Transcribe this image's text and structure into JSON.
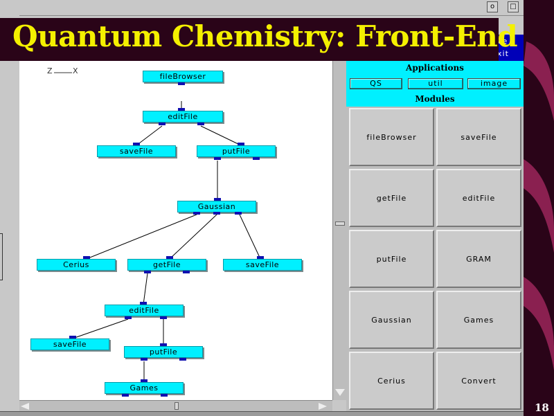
{
  "slide": {
    "title": "Quantum Chemistry: Front-End",
    "page_number": "18"
  },
  "axes": {
    "z": "Z",
    "x": "X"
  },
  "window": {
    "top_buttons": [
      "ve",
      "xit"
    ]
  },
  "panel": {
    "applications_header": "Applications",
    "applications": [
      "QS",
      "util",
      "image"
    ],
    "modules_header": "Modules",
    "modules": [
      "fileBrowser",
      "saveFile",
      "getFile",
      "editFile",
      "putFile",
      "GRAM",
      "Gaussian",
      "Games",
      "Cerius",
      "Convert"
    ]
  },
  "graph": {
    "nodes": [
      {
        "id": "n1",
        "label": "fileBrowser"
      },
      {
        "id": "n2",
        "label": "editFile"
      },
      {
        "id": "n3",
        "label": "saveFile"
      },
      {
        "id": "n4",
        "label": "putFile"
      },
      {
        "id": "n5",
        "label": "Gaussian"
      },
      {
        "id": "n6",
        "label": "Cerius"
      },
      {
        "id": "n7",
        "label": "getFile"
      },
      {
        "id": "n8",
        "label": "saveFile"
      },
      {
        "id": "n9",
        "label": "editFile"
      },
      {
        "id": "n10",
        "label": "saveFile"
      },
      {
        "id": "n11",
        "label": "putFile"
      },
      {
        "id": "n12",
        "label": "Games"
      }
    ]
  },
  "colors": {
    "node_fill": "#00f0ff",
    "port": "#1010b0",
    "title_text": "#f4f000",
    "slide_bg": "#2a0418"
  }
}
